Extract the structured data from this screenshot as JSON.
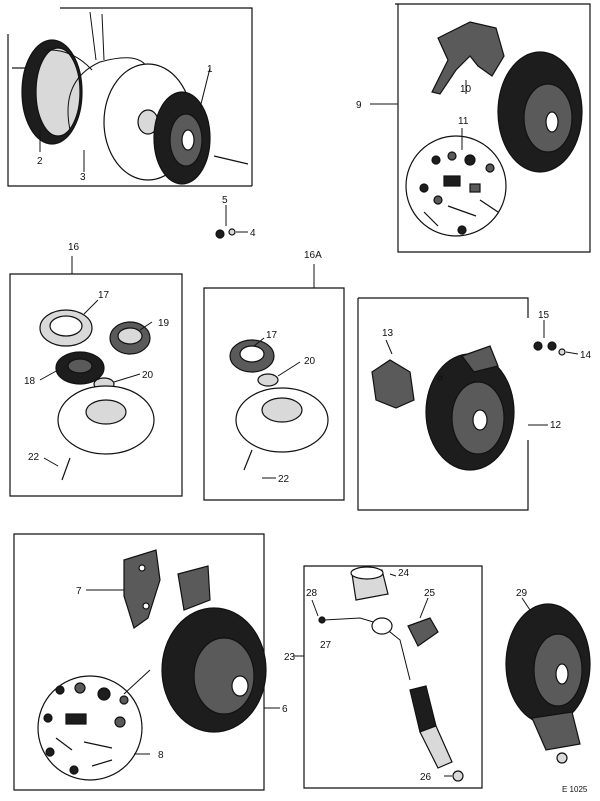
{
  "diagram": {
    "labels": {
      "l1": "1",
      "l2": "2",
      "l3": "3",
      "l4": "4",
      "l5": "5",
      "l6": "6",
      "l7": "7",
      "l8": "8",
      "l9": "9",
      "l10": "10",
      "l11": "11",
      "l12": "12",
      "l13": "13",
      "l14": "14",
      "l15": "15",
      "l16": "16",
      "l16a": "16A",
      "l17a": "17",
      "l17b": "17",
      "l18": "18",
      "l19": "19",
      "l20a": "20",
      "l20b": "20",
      "l22a": "22",
      "l22b": "22",
      "l23": "23",
      "l24": "24",
      "l25": "25",
      "l26": "26",
      "l27": "27",
      "l28": "28",
      "l29": "29"
    },
    "figure_code": "E 1025"
  }
}
